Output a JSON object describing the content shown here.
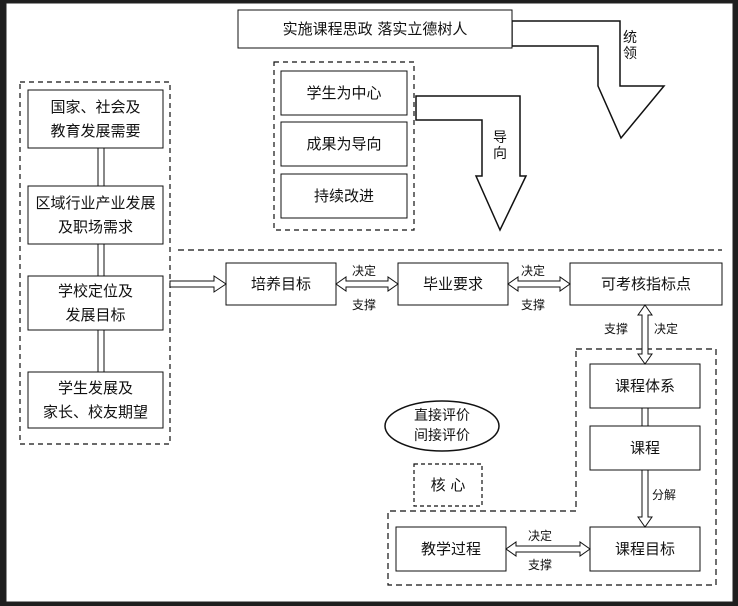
{
  "top_banner": "实施课程思政  落实立德树人",
  "arrow_tonglin": "统领",
  "arrow_daoxiang": "导向",
  "principles": [
    "学生为中心",
    "成果为导向",
    "持续改进"
  ],
  "left_column": [
    "国家、社会及\n教育发展需要",
    "区域行业产业发展\n及职场需求",
    "学校定位及\n发展目标",
    "学生发展及\n家长、校友期望"
  ],
  "main_chain": {
    "peiyang": "培养目标",
    "biye": "毕业要求",
    "kekaohe": "可考核指标点"
  },
  "edge_labels": {
    "decide": "决定",
    "support": "支撑",
    "decompose": "分解"
  },
  "course_column": {
    "tixi": "课程体系",
    "kecheng": "课程",
    "mubiao": "课程目标"
  },
  "teaching": "教学过程",
  "evaluation": "直接评价\n间接评价",
  "core": "核  心"
}
